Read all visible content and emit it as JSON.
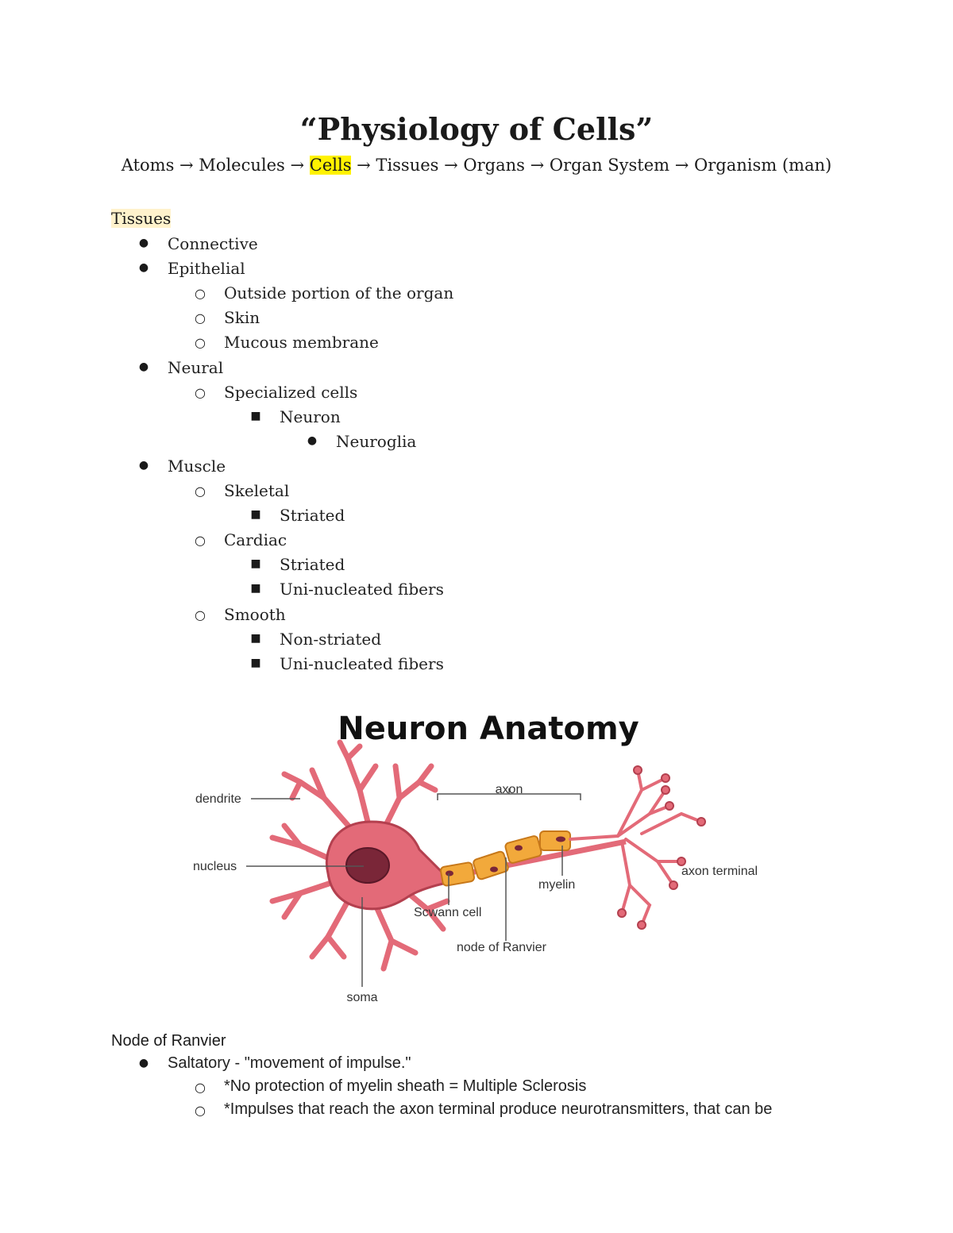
{
  "title": "“Physiology of Cells”",
  "chain": {
    "before": "Atoms → Molecules → ",
    "highlight": "Cells",
    "after": " → Tissues → Organs → Organ System → Organism (man)"
  },
  "tissues": {
    "heading": "Tissues",
    "items": [
      {
        "level": 1,
        "text": "Connective"
      },
      {
        "level": 1,
        "text": "Epithelial"
      },
      {
        "level": 2,
        "text": "Outside portion of the organ"
      },
      {
        "level": 2,
        "text": "Skin"
      },
      {
        "level": 2,
        "text": "Mucous membrane"
      },
      {
        "level": 1,
        "text": "Neural"
      },
      {
        "level": 2,
        "text": "Specialized cells"
      },
      {
        "level": 3,
        "text": "Neuron"
      },
      {
        "level": 4,
        "text": "Neuroglia"
      },
      {
        "level": 1,
        "text": "Muscle"
      },
      {
        "level": 2,
        "text": "Skeletal"
      },
      {
        "level": 3,
        "text": "Striated"
      },
      {
        "level": 2,
        "text": "Cardiac"
      },
      {
        "level": 3,
        "text": "Striated"
      },
      {
        "level": 3,
        "text": "Uni-nucleated fibers"
      },
      {
        "level": 2,
        "text": "Smooth"
      },
      {
        "level": 3,
        "text": "Non-striated"
      },
      {
        "level": 3,
        "text": "Uni-nucleated fibers"
      }
    ]
  },
  "figure": {
    "title": "Neuron Anatomy",
    "labels": {
      "dendrite": "dendrite",
      "axon": "axon",
      "nucleus": "nucleus",
      "axon_terminal": "axon terminal",
      "myelin": "myelin",
      "schwann": "Scwann cell",
      "node": "node of Ranvier",
      "soma": "soma"
    },
    "colors": {
      "cell_body": "#e36a78",
      "cell_outline": "#b4404f",
      "nucleus": "#7a2638",
      "myelin": "#f2a93b",
      "myelin_outline": "#c7781a"
    }
  },
  "notes": {
    "heading": "Node of Ranvier",
    "items": [
      {
        "level": 1,
        "text": "Saltatory - \"movement of impulse.\""
      },
      {
        "level": 2,
        "text": "*No protection of myelin sheath = Multiple Sclerosis"
      },
      {
        "level": 2,
        "text": "*Impulses that reach the axon terminal produce neurotransmitters, that can be"
      }
    ]
  }
}
